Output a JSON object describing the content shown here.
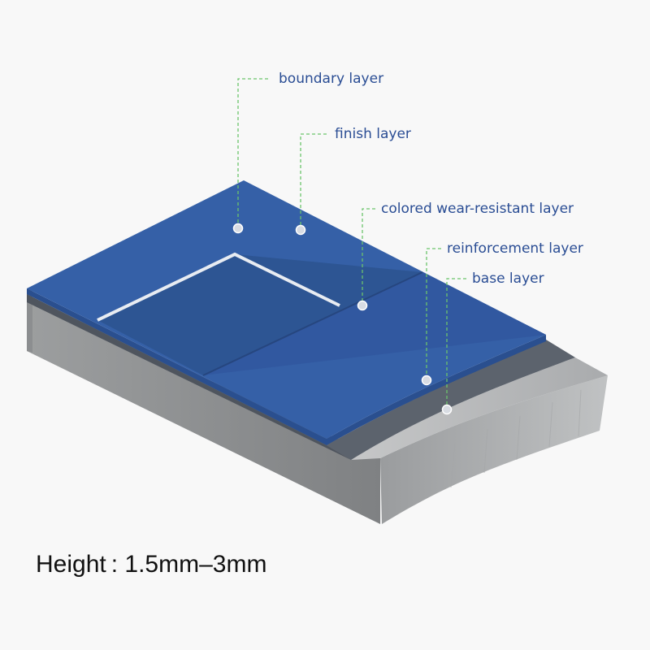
{
  "layers": [
    {
      "label": "boundary layer"
    },
    {
      "label": "finish layer"
    },
    {
      "label": "colored wear-resistant layer"
    },
    {
      "label": "reinforcement layer"
    },
    {
      "label": "base layer"
    }
  ],
  "caption": "Height : 1.5mm–3mm",
  "colors": {
    "surface": "#3560a7",
    "court_area": "#2d5593",
    "boundary_line": "#e8ecf2",
    "reinforcement": "#5a6069",
    "base": "#b3b5b6",
    "base_side": "#8f9192",
    "leader": "#6cc46c",
    "label_text": "#2a4d94"
  }
}
